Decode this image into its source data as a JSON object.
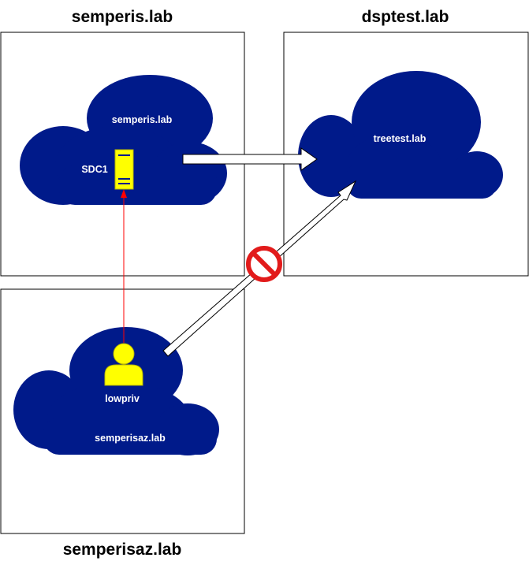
{
  "diagram": {
    "domains": {
      "left_top": {
        "title": "semperis.lab",
        "cloud_label": "semperis.lab",
        "server_label": "SDC1"
      },
      "right_top": {
        "title": "dsptest.lab",
        "cloud_label": "treetest.lab"
      },
      "bottom": {
        "title": "semperisaz.lab",
        "cloud_label": "semperisaz.lab",
        "user_label": "lowpriv"
      }
    },
    "colors": {
      "cloud": "#001a8a",
      "box_border": "#000000",
      "device_fill": "#ffff00",
      "device_stroke": "#b7b700",
      "link_red": "#ff0000",
      "arrow_fill": "#ffffff",
      "no_symbol": "#e21b1b"
    },
    "icons": [
      "server-icon",
      "user-icon",
      "no-entry-icon",
      "trust-arrow",
      "blocked-arrow"
    ]
  }
}
